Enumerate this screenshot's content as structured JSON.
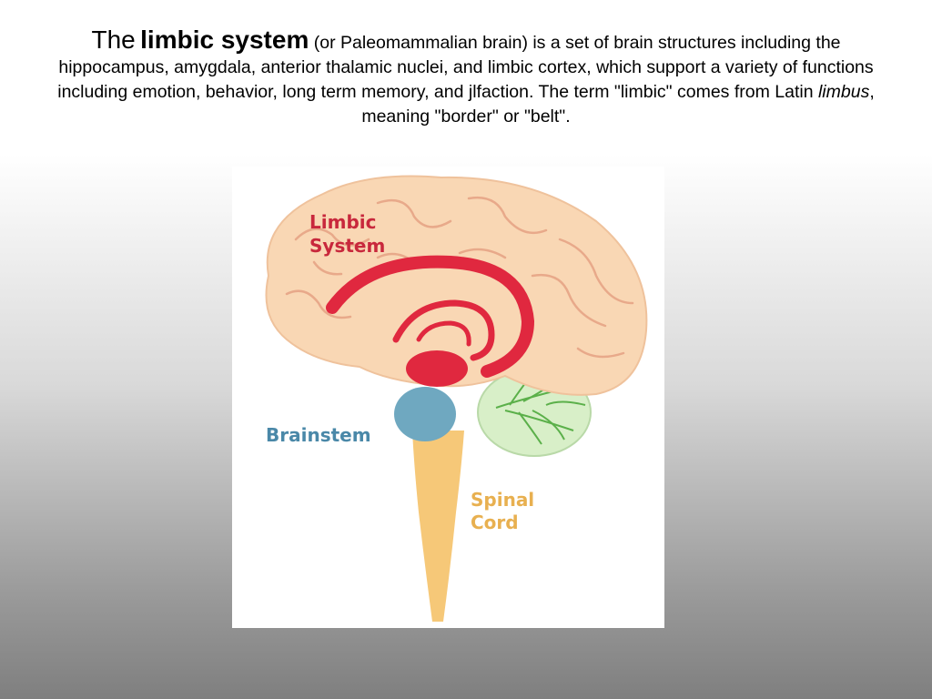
{
  "slide": {
    "intro_word": "The",
    "term": "limbic system",
    "text_1": " (or Paleomammalian brain) is a set of brain structures including the hippocampus, amygdala, anterior thalamic nuclei, and limbic cortex, which support a variety of functions including emotion, behavior, long term memory, and jlfaction. The term \"limbic\" comes from Latin ",
    "latin_word": "limbus",
    "text_2": ", meaning \"border\" or \"belt\"."
  },
  "figure": {
    "label_limbic_line1": "Limbic",
    "label_limbic_line2": "System",
    "label_brainstem": "Brainstem",
    "label_spinal_line1": "Spinal",
    "label_spinal_line2": "Cord",
    "colors": {
      "brain": "#f9d7b4",
      "brain_fold": "#e8a98a",
      "limbic": "#e0283f",
      "brainstem": "#6fa8c0",
      "cerebellum": "#d8efc8",
      "cerebellum_vein": "#5bb04a",
      "spinal": "#f6c878",
      "label_red": "#c8283c",
      "label_blue": "#4a88a8",
      "label_gold": "#e8b050"
    }
  }
}
